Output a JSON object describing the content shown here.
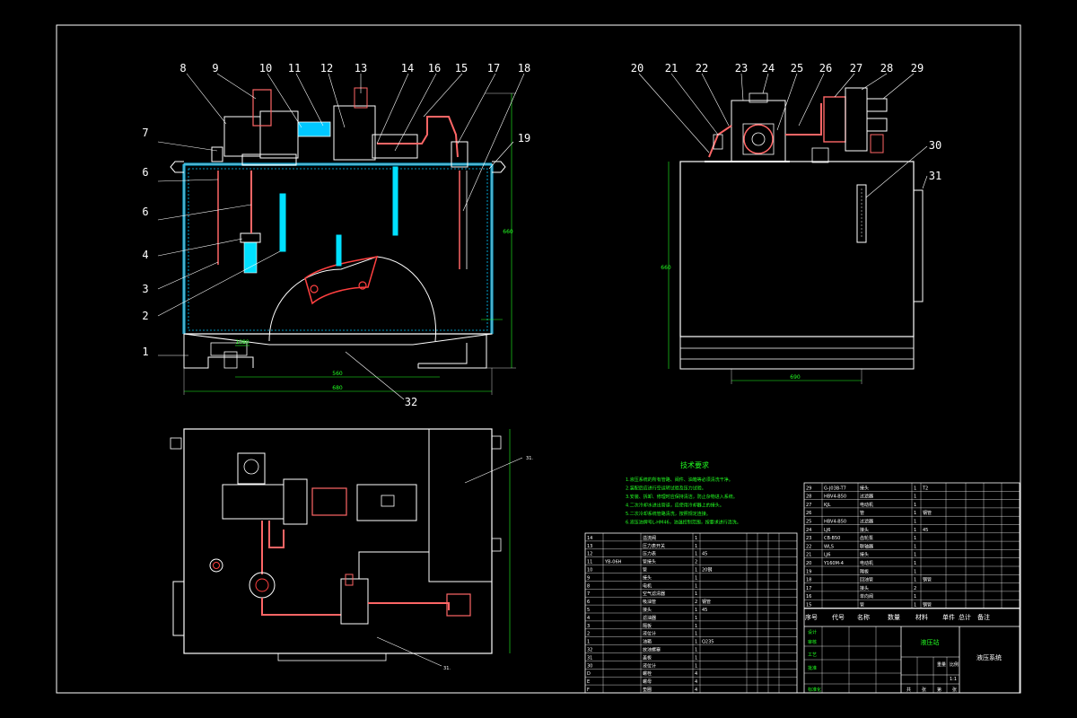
{
  "drawing": {
    "front_view_part_numbers": [
      "8",
      "9",
      "10",
      "11",
      "12",
      "13",
      "14",
      "16",
      "15",
      "17",
      "18"
    ],
    "left_part_numbers": [
      "7",
      "6",
      "6",
      "4",
      "3",
      "2",
      "1"
    ],
    "right_part_number": "19",
    "bottom_part_number": "32",
    "side_view_part_numbers": [
      "20",
      "21",
      "22",
      "23",
      "24",
      "25",
      "26",
      "27",
      "28",
      "29"
    ],
    "side_view_extra_numbers": [
      "30",
      "31"
    ],
    "plan_view_labels": [
      "31.",
      "31."
    ],
    "dimensions": [
      "560",
      "680",
      "1080",
      "660",
      "660",
      "690"
    ]
  },
  "tech_requirements": {
    "title": "技术要求",
    "lines": [
      "1.液压系统的所有管路、阀件、油箱等必须清洗干净。",
      "2.装配后应进行空运转试验及压力试验。",
      "3.安装、拆卸、修理时应保持清洁，防止杂物进入系统。",
      "4.二次冷却水进出管道，应使用冷却器上的接头。",
      "5.二次冷却系统管路清洗，按照规定连接。",
      "6.液压油牌号L-HM46，油温控制范围，按要求进行清洗。"
    ]
  },
  "title_block": {
    "header": [
      "序号",
      "代号",
      "名称",
      "数量",
      "材料",
      "单件",
      "总计",
      "备注"
    ],
    "weight_label": "重量",
    "drawing_name": "液压系统",
    "ratio_label": "比例",
    "unit_name": "液压站",
    "sheet_labels": [
      "共",
      "张",
      "第",
      "张"
    ],
    "scale_value": "1:1",
    "role_labels": [
      "设计",
      "审核",
      "工艺",
      "批准",
      "标准化"
    ]
  },
  "bom_right": {
    "rows": [
      {
        "no": "29",
        "code": "G-J03B-T7",
        "name": "接头",
        "qty": "1",
        "note": "T2"
      },
      {
        "no": "28",
        "code": "HBV4-B50",
        "name": "过滤器",
        "qty": "1",
        "note": ""
      },
      {
        "no": "27",
        "code": "KJL",
        "name": "电动机",
        "qty": "1",
        "note": ""
      },
      {
        "no": "26",
        "code": "",
        "name": "管",
        "qty": "1",
        "note": "钢管"
      },
      {
        "no": "25",
        "code": "HBV4-B50",
        "name": "过滤器",
        "qty": "1",
        "note": ""
      },
      {
        "no": "24",
        "code": "LJ6",
        "name": "接头",
        "qty": "1",
        "note": "45"
      },
      {
        "no": "23",
        "code": "CB-B50",
        "name": "齿轮泵",
        "qty": "1",
        "note": ""
      },
      {
        "no": "22",
        "code": "WLS",
        "name": "联轴器",
        "qty": "1",
        "note": ""
      },
      {
        "no": "21",
        "code": "LJ6",
        "name": "接头",
        "qty": "1",
        "note": ""
      },
      {
        "no": "20",
        "code": "Y160M-4",
        "name": "电动机",
        "qty": "1",
        "note": ""
      },
      {
        "no": "19",
        "code": "",
        "name": "隔板",
        "qty": "1",
        "note": ""
      },
      {
        "no": "18",
        "code": "",
        "name": "回油管",
        "qty": "1",
        "note": "钢管"
      },
      {
        "no": "17",
        "code": "",
        "name": "接头",
        "qty": "2",
        "note": ""
      },
      {
        "no": "16",
        "code": "",
        "name": "单向阀",
        "qty": "1",
        "note": ""
      },
      {
        "no": "15",
        "code": "",
        "name": "管",
        "qty": "1",
        "note": "钢管"
      }
    ]
  },
  "bom_left": {
    "rows": [
      {
        "no": "14",
        "code": "",
        "name": "溢流阀",
        "qty": "1",
        "note": ""
      },
      {
        "no": "13",
        "code": "",
        "name": "压力表开关",
        "qty": "1",
        "note": ""
      },
      {
        "no": "12",
        "code": "",
        "name": "压力表",
        "qty": "1",
        "note": "45"
      },
      {
        "no": "11",
        "code": "YB-06H",
        "name": "管接头",
        "qty": "2",
        "note": ""
      },
      {
        "no": "10",
        "code": "",
        "name": "管",
        "qty": "1",
        "note": "20钢"
      },
      {
        "no": "9",
        "code": "",
        "name": "接头",
        "qty": "1",
        "note": ""
      },
      {
        "no": "8",
        "code": "",
        "name": "电机",
        "qty": "1",
        "note": ""
      },
      {
        "no": "7",
        "code": "",
        "name": "空气滤清器",
        "qty": "1",
        "note": ""
      },
      {
        "no": "6",
        "code": "",
        "name": "吸油管",
        "qty": "2",
        "note": "钢管"
      },
      {
        "no": "5",
        "code": "",
        "name": "接头",
        "qty": "1",
        "note": "45"
      },
      {
        "no": "4",
        "code": "",
        "name": "滤油器",
        "qty": "1",
        "note": ""
      },
      {
        "no": "3",
        "code": "",
        "name": "隔板",
        "qty": "1",
        "note": ""
      },
      {
        "no": "2",
        "code": "",
        "name": "液位计",
        "qty": "1",
        "note": ""
      },
      {
        "no": "1",
        "code": "",
        "name": "油箱",
        "qty": "1",
        "note": "Q235"
      },
      {
        "no": "32",
        "code": "",
        "name": "放油螺塞",
        "qty": "1",
        "note": ""
      },
      {
        "no": "31",
        "code": "",
        "name": "盖板",
        "qty": "1",
        "note": ""
      },
      {
        "no": "30",
        "code": "",
        "name": "液位计",
        "qty": "1",
        "note": ""
      },
      {
        "no": "D",
        "code": "",
        "name": "螺栓",
        "qty": "4",
        "note": ""
      },
      {
        "no": "E",
        "code": "",
        "name": "螺母",
        "qty": "4",
        "note": ""
      },
      {
        "no": "F",
        "code": "",
        "name": "垫圈",
        "qty": "4",
        "note": ""
      }
    ]
  },
  "colors": {
    "line": "#ffffff",
    "hatch": "#00ffff",
    "dimension": "#22ff22",
    "pipe": "#ff6666",
    "accent": "#ff4040"
  }
}
